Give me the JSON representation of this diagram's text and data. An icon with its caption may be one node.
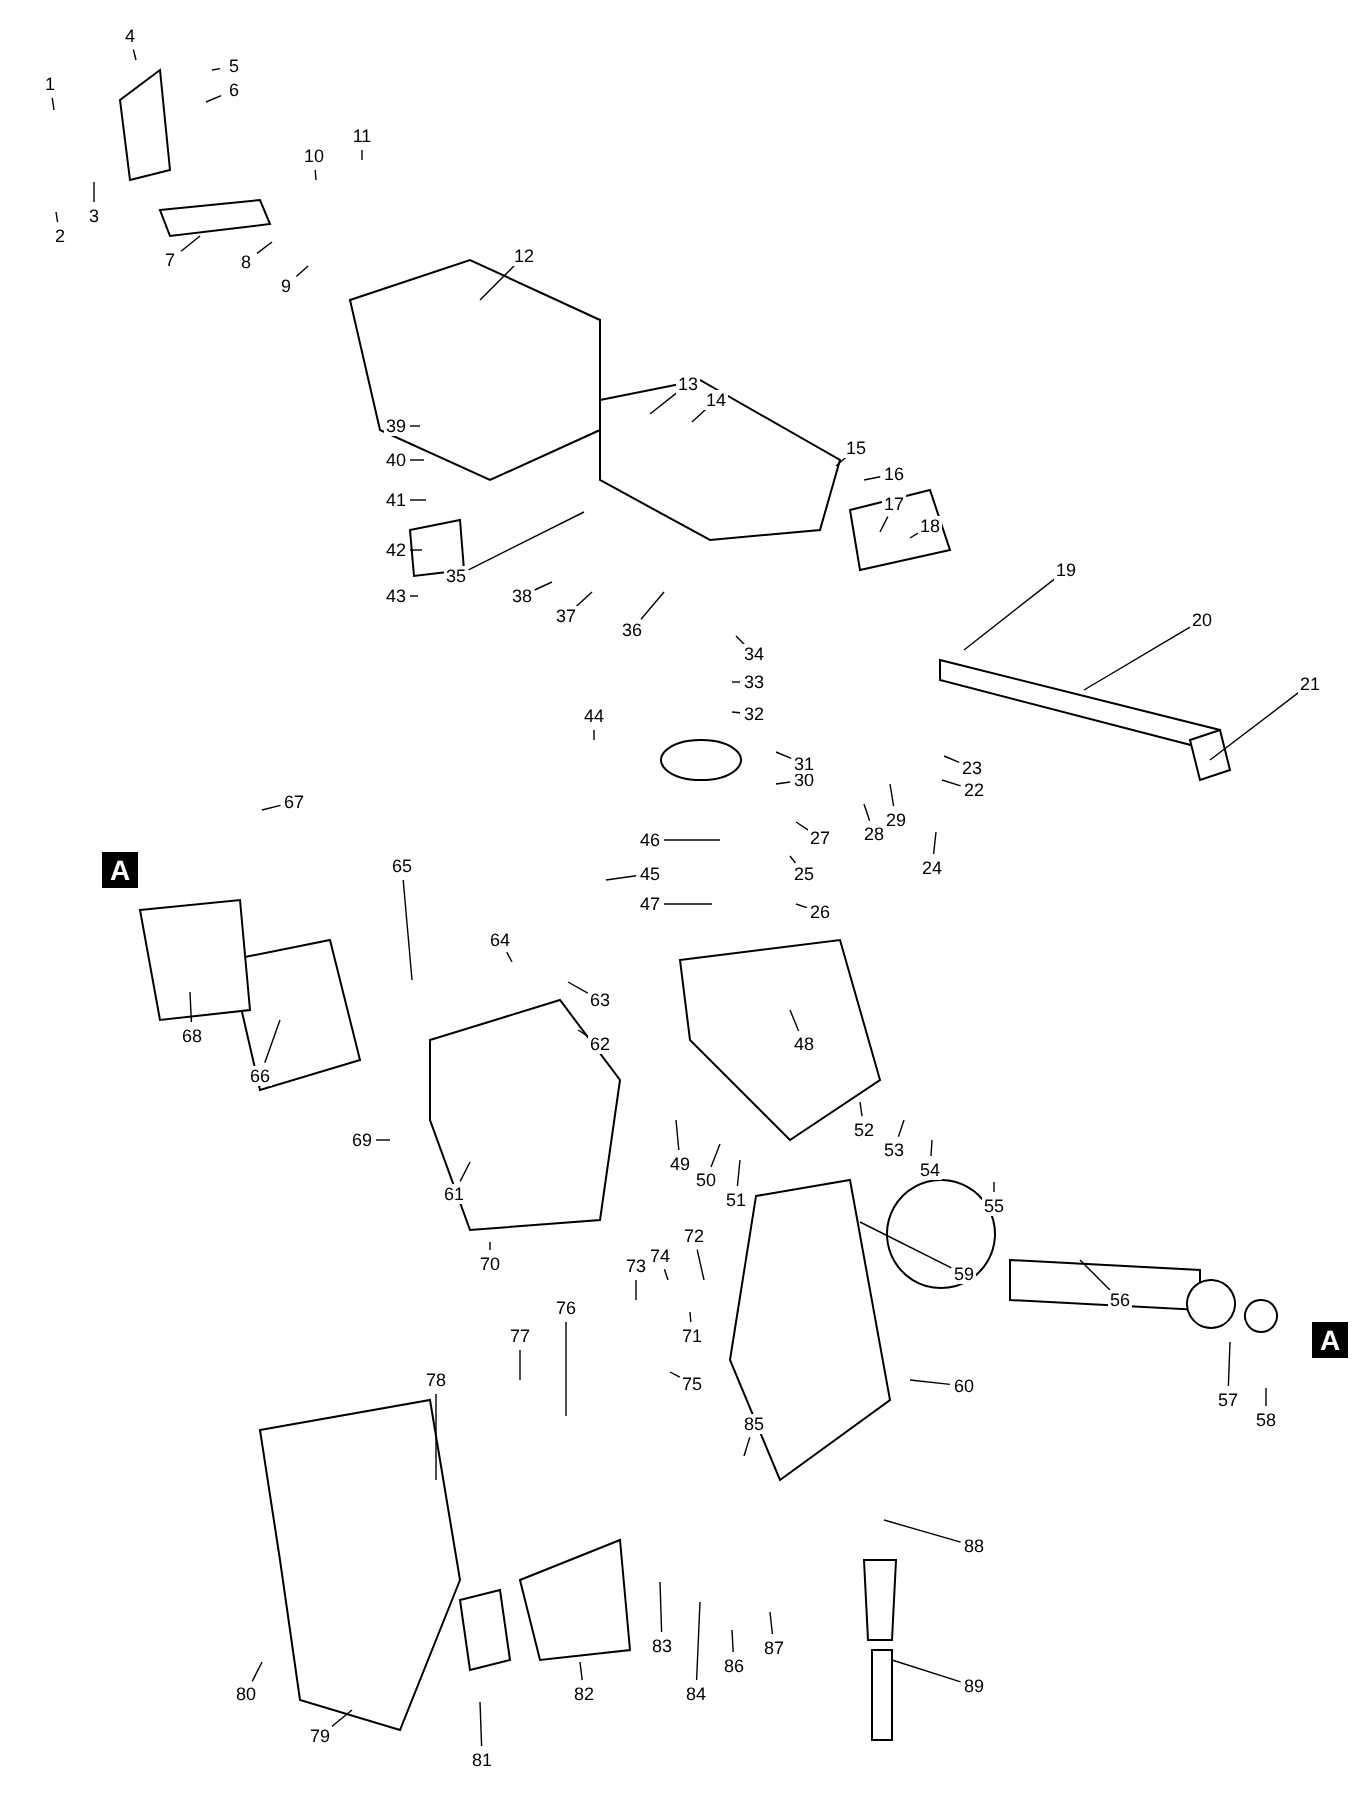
{
  "diagram": {
    "nodes": [
      {
        "text": [
          "1"
        ]
      },
      {
        "text": [
          "2"
        ]
      },
      {
        "text": [
          "3"
        ]
      },
      {
        "text": [
          "4"
        ]
      },
      {
        "text": [
          "5"
        ]
      },
      {
        "text": [
          "6"
        ]
      },
      {
        "text": [
          "7"
        ]
      },
      {
        "text": [
          "8"
        ]
      },
      {
        "text": [
          "9"
        ]
      },
      {
        "text": [
          "10"
        ]
      },
      {
        "text": [
          "11"
        ]
      },
      {
        "text": [
          "12"
        ]
      },
      {
        "text": [
          "13"
        ]
      },
      {
        "text": [
          "14"
        ]
      },
      {
        "text": [
          "15"
        ]
      },
      {
        "text": [
          "16"
        ]
      },
      {
        "text": [
          "17"
        ]
      },
      {
        "text": [
          "18"
        ]
      },
      {
        "text": [
          "19"
        ]
      },
      {
        "text": [
          "20"
        ]
      },
      {
        "text": [
          "21"
        ]
      },
      {
        "text": [
          "22"
        ]
      },
      {
        "text": [
          "23"
        ]
      },
      {
        "text": [
          "24"
        ]
      },
      {
        "text": [
          "25"
        ]
      },
      {
        "text": [
          "26"
        ]
      },
      {
        "text": [
          "27"
        ]
      },
      {
        "text": [
          "28"
        ]
      },
      {
        "text": [
          "29"
        ]
      },
      {
        "text": [
          "30"
        ]
      },
      {
        "text": [
          "31"
        ]
      },
      {
        "text": [
          "32"
        ]
      },
      {
        "text": [
          "33"
        ]
      },
      {
        "text": [
          "34"
        ]
      },
      {
        "text": [
          "35"
        ]
      },
      {
        "text": [
          "36"
        ]
      },
      {
        "text": [
          "37"
        ]
      },
      {
        "text": [
          "38"
        ]
      },
      {
        "text": [
          "39"
        ]
      },
      {
        "text": [
          "40"
        ]
      },
      {
        "text": [
          "41"
        ]
      },
      {
        "text": [
          "42"
        ]
      },
      {
        "text": [
          "43"
        ]
      },
      {
        "text": [
          "44"
        ]
      },
      {
        "text": [
          "45"
        ]
      },
      {
        "text": [
          "46"
        ]
      },
      {
        "text": [
          "47"
        ]
      },
      {
        "text": [
          "48"
        ]
      },
      {
        "text": [
          "49"
        ]
      },
      {
        "text": [
          "50"
        ]
      },
      {
        "text": [
          "51"
        ]
      },
      {
        "text": [
          "52"
        ]
      },
      {
        "text": [
          "53"
        ]
      },
      {
        "text": [
          "54"
        ]
      },
      {
        "text": [
          "55"
        ]
      },
      {
        "text": [
          "56"
        ]
      },
      {
        "text": [
          "57"
        ]
      },
      {
        "text": [
          "58"
        ]
      },
      {
        "text": [
          "59"
        ]
      },
      {
        "text": [
          "60"
        ]
      },
      {
        "text": [
          "61"
        ]
      },
      {
        "text": [
          "62"
        ]
      },
      {
        "text": [
          "63"
        ]
      },
      {
        "text": [
          "64"
        ]
      },
      {
        "text": [
          "65"
        ]
      },
      {
        "text": [
          "66"
        ]
      },
      {
        "text": [
          "67"
        ]
      },
      {
        "text": [
          "68"
        ]
      },
      {
        "text": [
          "69"
        ]
      },
      {
        "text": [
          "70"
        ]
      },
      {
        "text": [
          "71"
        ]
      },
      {
        "text": [
          "72"
        ]
      },
      {
        "text": [
          "73"
        ]
      },
      {
        "text": [
          "74"
        ]
      },
      {
        "text": [
          "75"
        ]
      },
      {
        "text": [
          "76"
        ]
      },
      {
        "text": [
          "77"
        ]
      },
      {
        "text": [
          "78"
        ]
      },
      {
        "text": [
          "79"
        ]
      },
      {
        "text": [
          "80"
        ]
      },
      {
        "text": [
          "81"
        ]
      },
      {
        "text": [
          "82"
        ]
      },
      {
        "text": [
          "83"
        ]
      },
      {
        "text": [
          "84"
        ]
      },
      {
        "text": [
          "85"
        ]
      },
      {
        "text": [
          "86"
        ]
      },
      {
        "text": [
          "87"
        ]
      },
      {
        "text": [
          "88"
        ]
      },
      {
        "text": [
          "89"
        ]
      }
    ],
    "edges": [
      {
        "from": 0,
        "to": null,
        "arrow": "none"
      },
      {
        "from": 1,
        "to": null,
        "arrow": "none"
      },
      {
        "from": 2,
        "to": null,
        "arrow": "none"
      },
      {
        "from": 3,
        "to": null,
        "arrow": "none"
      },
      {
        "from": 4,
        "to": null,
        "arrow": "none"
      },
      {
        "from": 5,
        "to": null,
        "arrow": "none"
      },
      {
        "from": 6,
        "to": null,
        "arrow": "none"
      },
      {
        "from": 7,
        "to": null,
        "arrow": "none"
      },
      {
        "from": 8,
        "to": null,
        "arrow": "none"
      },
      {
        "from": 9,
        "to": null,
        "arrow": "none"
      },
      {
        "from": 10,
        "to": null,
        "arrow": "none"
      },
      {
        "from": 11,
        "to": null,
        "arrow": "none"
      },
      {
        "from": 12,
        "to": null,
        "arrow": "none"
      },
      {
        "from": 13,
        "to": null,
        "arrow": "none"
      },
      {
        "from": 14,
        "to": null,
        "arrow": "none"
      },
      {
        "from": 15,
        "to": null,
        "arrow": "none"
      },
      {
        "from": 16,
        "to": null,
        "arrow": "none"
      },
      {
        "from": 17,
        "to": null,
        "arrow": "none"
      },
      {
        "from": 18,
        "to": null,
        "arrow": "none"
      },
      {
        "from": 19,
        "to": null,
        "arrow": "none"
      },
      {
        "from": 20,
        "to": null,
        "arrow": "none"
      },
      {
        "from": 21,
        "to": null,
        "arrow": "none"
      },
      {
        "from": 22,
        "to": null,
        "arrow": "none"
      },
      {
        "from": 23,
        "to": null,
        "arrow": "none"
      },
      {
        "from": 24,
        "to": null,
        "arrow": "none"
      },
      {
        "from": 25,
        "to": null,
        "arrow": "none"
      },
      {
        "from": 26,
        "to": null,
        "arrow": "none"
      },
      {
        "from": 27,
        "to": null,
        "arrow": "none"
      },
      {
        "from": 28,
        "to": null,
        "arrow": "none"
      },
      {
        "from": 29,
        "to": null,
        "arrow": "none"
      },
      {
        "from": 30,
        "to": null,
        "arrow": "none"
      },
      {
        "from": 31,
        "to": null,
        "arrow": "none"
      },
      {
        "from": 32,
        "to": null,
        "arrow": "none"
      },
      {
        "from": 33,
        "to": null,
        "arrow": "none"
      },
      {
        "from": 34,
        "to": null,
        "arrow": "none"
      },
      {
        "from": 35,
        "to": null,
        "arrow": "none"
      },
      {
        "from": 36,
        "to": null,
        "arrow": "none"
      },
      {
        "from": 37,
        "to": null,
        "arrow": "none"
      },
      {
        "from": 38,
        "to": null,
        "arrow": "none"
      },
      {
        "from": 39,
        "to": null,
        "arrow": "none"
      },
      {
        "from": 40,
        "to": null,
        "arrow": "none"
      },
      {
        "from": 41,
        "to": null,
        "arrow": "none"
      },
      {
        "from": 42,
        "to": null,
        "arrow": "none"
      },
      {
        "from": 43,
        "to": null,
        "arrow": "none"
      },
      {
        "from": 44,
        "to": null,
        "arrow": "none"
      },
      {
        "from": 45,
        "to": null,
        "arrow": "none"
      },
      {
        "from": 46,
        "to": null,
        "arrow": "none"
      },
      {
        "from": 47,
        "to": null,
        "arrow": "none"
      },
      {
        "from": 48,
        "to": null,
        "arrow": "none"
      },
      {
        "from": 49,
        "to": null,
        "arrow": "none"
      },
      {
        "from": 50,
        "to": null,
        "arrow": "none"
      },
      {
        "from": 51,
        "to": null,
        "arrow": "none"
      },
      {
        "from": 52,
        "to": null,
        "arrow": "none"
      },
      {
        "from": 53,
        "to": null,
        "arrow": "none"
      },
      {
        "from": 54,
        "to": null,
        "arrow": "none"
      },
      {
        "from": 55,
        "to": null,
        "arrow": "none"
      },
      {
        "from": 56,
        "to": null,
        "arrow": "none"
      },
      {
        "from": 57,
        "to": null,
        "arrow": "none"
      },
      {
        "from": 58,
        "to": null,
        "arrow": "none"
      },
      {
        "from": 59,
        "to": null,
        "arrow": "none"
      },
      {
        "from": 60,
        "to": null,
        "arrow": "none"
      },
      {
        "from": 61,
        "to": null,
        "arrow": "none"
      },
      {
        "from": 62,
        "to": null,
        "arrow": "none"
      },
      {
        "from": 63,
        "to": null,
        "arrow": "none"
      },
      {
        "from": 64,
        "to": null,
        "arrow": "none"
      },
      {
        "from": 65,
        "to": null,
        "arrow": "none"
      },
      {
        "from": 66,
        "to": null,
        "arrow": "none"
      },
      {
        "from": 67,
        "to": null,
        "arrow": "none"
      },
      {
        "from": 68,
        "to": null,
        "arrow": "none"
      },
      {
        "from": 69,
        "to": null,
        "arrow": "none"
      },
      {
        "from": 70,
        "to": null,
        "arrow": "none"
      },
      {
        "from": 71,
        "to": null,
        "arrow": "none"
      },
      {
        "from": 72,
        "to": null,
        "arrow": "none"
      },
      {
        "from": 73,
        "to": null,
        "arrow": "none"
      },
      {
        "from": 74,
        "to": null,
        "arrow": "none"
      },
      {
        "from": 75,
        "to": null,
        "arrow": "none"
      },
      {
        "from": 76,
        "to": null,
        "arrow": "none"
      },
      {
        "from": 77,
        "to": null,
        "arrow": "none"
      },
      {
        "from": 78,
        "to": null,
        "arrow": "none"
      },
      {
        "from": 79,
        "to": null,
        "arrow": "none"
      },
      {
        "from": 80,
        "to": null,
        "arrow": "none"
      },
      {
        "from": 81,
        "to": null,
        "arrow": "none"
      },
      {
        "from": 82,
        "to": null,
        "arrow": "none"
      },
      {
        "from": 83,
        "to": null,
        "arrow": "none"
      },
      {
        "from": 84,
        "to": null,
        "arrow": "none"
      },
      {
        "from": 85,
        "to": null,
        "arrow": "none"
      },
      {
        "from": 86,
        "to": null,
        "arrow": "none"
      },
      {
        "from": 87,
        "to": null,
        "arrow": "none"
      },
      {
        "from": 88,
        "to": null,
        "arrow": "none"
      }
    ],
    "labels": [
      "A",
      "A"
    ]
  }
}
